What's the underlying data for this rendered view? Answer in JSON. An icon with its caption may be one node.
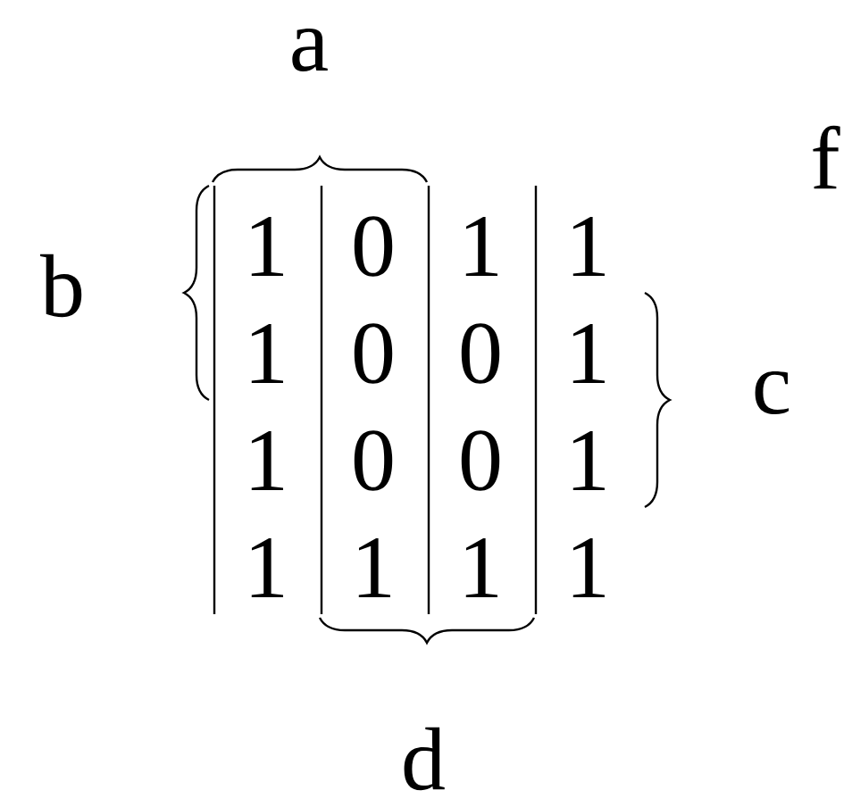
{
  "diagram": {
    "labels": [
      "a",
      "f",
      "b",
      "1",
      "0",
      "1",
      "1",
      "1",
      "0",
      "0",
      "1",
      "1",
      "0",
      "0",
      "1",
      "1",
      "1",
      "1",
      "1",
      "c",
      "d"
    ]
  }
}
